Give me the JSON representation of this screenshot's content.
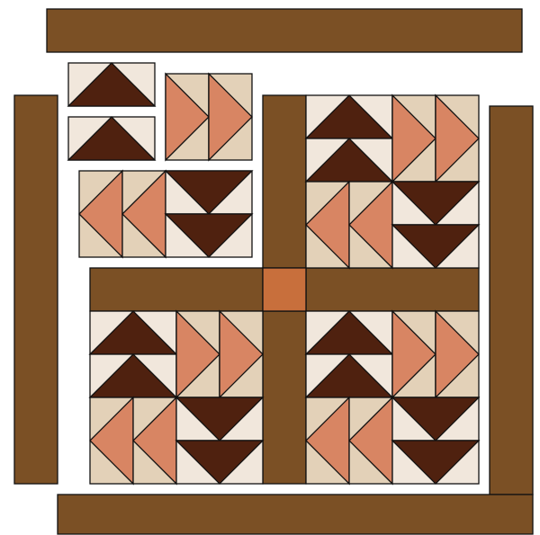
{
  "diagram": {
    "description_shown_text": [],
    "colors": {
      "border_brown": "#7b5025",
      "center_square": "#c86f3c",
      "dark_triangle": "#4f210f",
      "light_bg": "#f1e7dc",
      "tan_bg": "#e3d1b8",
      "salmon_triangle": "#d88563",
      "outline": "#111111",
      "background": "#ffffff"
    },
    "pieces": {
      "outer_borders": [
        "top-border",
        "left-border",
        "right-border",
        "bottom-border"
      ],
      "sashing": [
        "vertical-sashing",
        "horizontal-sashing",
        "center-cornerstone"
      ],
      "block_units": [
        "flying-geese-up",
        "flying-geese-right",
        "flying-geese-left",
        "flying-geese-down"
      ]
    }
  }
}
